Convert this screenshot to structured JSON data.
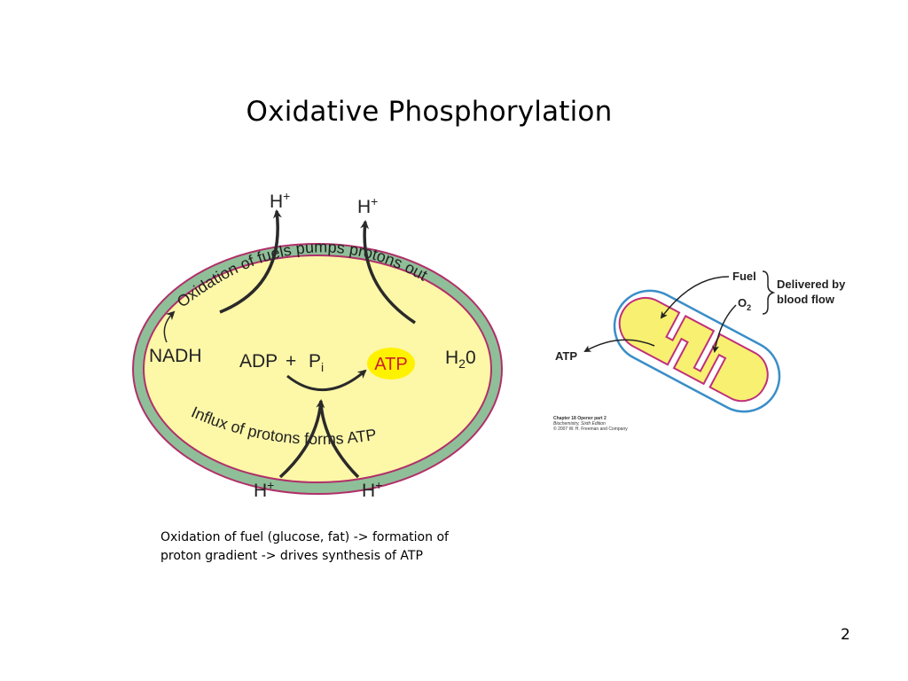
{
  "slide": {
    "title": "Oxidative Phosphorylation",
    "number": "2",
    "caption_lines": [
      "Oxidation of fuel (glucose, fat) -> formation of",
      "proton gradient -> drives synthesis of ATP"
    ]
  },
  "cell_diagram": {
    "top_arc_text": "Oxidation of fuels pumps protons out",
    "bottom_arc_text": "Influx of protons forms ATP",
    "nadh": "NADH",
    "adp": "ADP",
    "plus": "+",
    "pi": "P",
    "pi_sub": "i",
    "atp": "ATP",
    "water": "H",
    "water_sub": "2",
    "water_end": "0",
    "proton": "H",
    "proton_charge": "+",
    "colors": {
      "membrane": "#8fbf98",
      "matrix": "#fdf7a8",
      "outline": "#b0306a",
      "atp_highlight": "#fff200",
      "atp_text": "#cc1f2b"
    }
  },
  "mito_figure": {
    "fuel": "Fuel",
    "o2": "O",
    "o2_sub": "2",
    "delivered_line1": "Delivered by",
    "delivered_line2": "blood flow",
    "atp": "ATP",
    "credit_line1": "Chapter 18 Opener part 2",
    "credit_line2": "Biochemistry, Sixth Edition",
    "credit_line3": "© 2007 W. H. Freeman and Company",
    "colors": {
      "outer_membrane": "#3a8ec8",
      "inner_membrane": "#c0307a",
      "matrix": "#f8f070"
    }
  }
}
